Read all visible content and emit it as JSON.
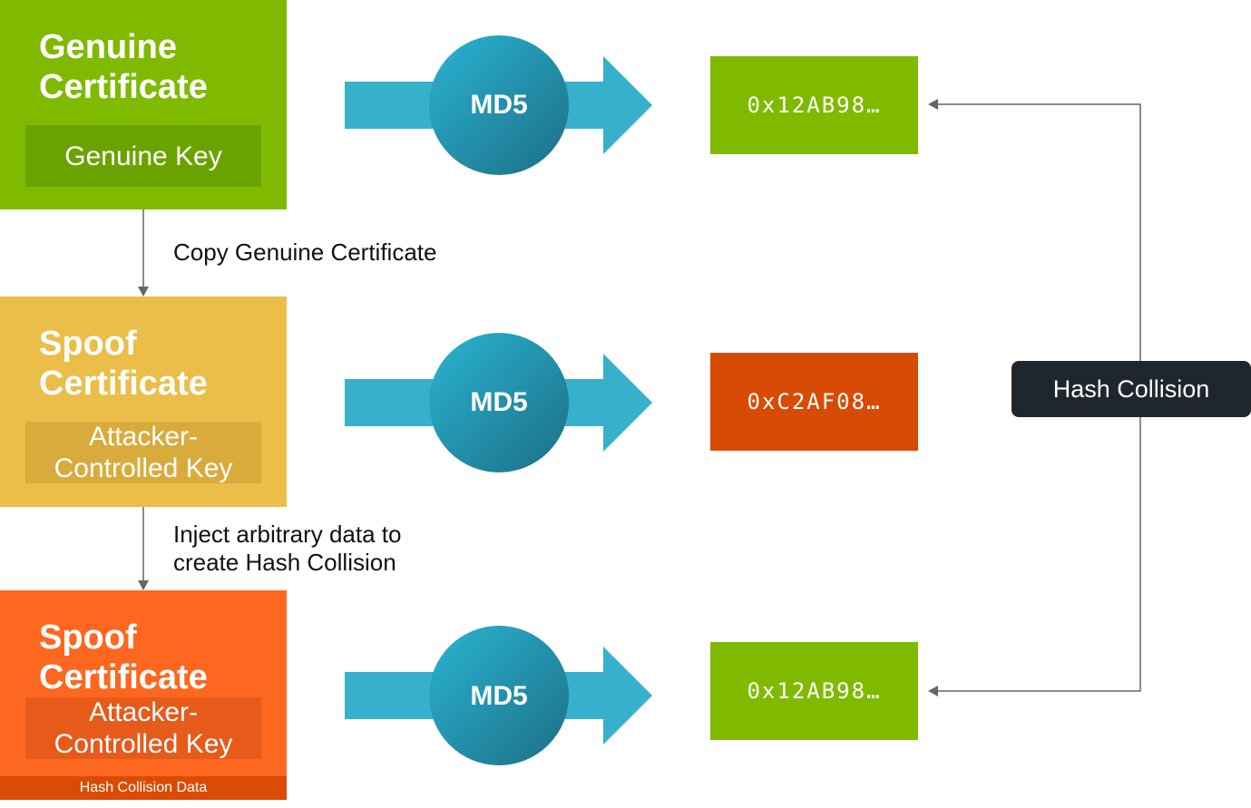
{
  "colors": {
    "genuine_green": "#7fba00",
    "key_green": "#6aa300",
    "spoof_yellow": "#ebbd49",
    "key_yellow": "#d9ab3d",
    "spoof_orange": "#fd6720",
    "key_orange": "#e65a1a",
    "collision_data_bar": "#db4b05",
    "hash_red": "#d84b05",
    "arrow_teal": "#37b0cb",
    "connector_gray": "#666666",
    "label_dark": "#1f262d"
  },
  "rows": [
    {
      "title_line1": "Genuine",
      "title_line2": "Certificate",
      "key_line1": "Genuine Key",
      "key_line2": "",
      "md5_label": "MD5",
      "hash_value": "0x12AB98…",
      "hash_color": "green"
    },
    {
      "title_line1": "Spoof",
      "title_line2": "Certificate",
      "key_line1": "Attacker-",
      "key_line2": "Controlled Key",
      "md5_label": "MD5",
      "hash_value": "0xC2AF08…",
      "hash_color": "red"
    },
    {
      "title_line1": "Spoof",
      "title_line2": "Certificate",
      "key_line1": "Attacker-",
      "key_line2": "Controlled Key",
      "collision_data_label": "Hash Collision Data",
      "md5_label": "MD5",
      "hash_value": "0x12AB98…",
      "hash_color": "green"
    }
  ],
  "steps": {
    "copy_label": "Copy Genuine Certificate",
    "inject_line1": "Inject arbitrary data to",
    "inject_line2": "create Hash Collision"
  },
  "collision": {
    "label": "Hash Collision"
  }
}
